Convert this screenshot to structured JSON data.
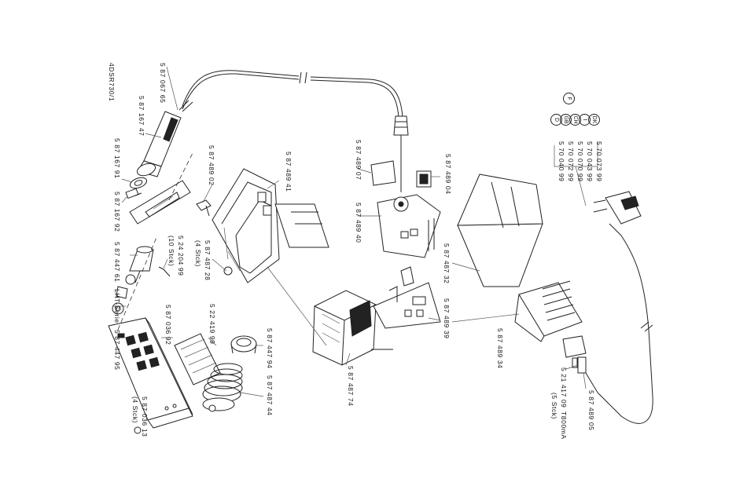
{
  "drawing_id": "4DSR730/1",
  "parts": {
    "cable_top": "5 87 067 65",
    "handle": "5 87 167 47",
    "nut": "5 87 167 91",
    "screw_small": "5 87 167 92",
    "heater_tip": "5 87 447 61",
    "tip_series": "LHT-Serie",
    "tip_end": "5 87 447 95",
    "front_panel": "5 87 036 92",
    "panel_screws": "5 87 036 13",
    "panel_screws_qty": "(4 Stck)",
    "sponge": "5 22 419 99",
    "sponge_cup": "5 87 447 94",
    "stand_spiral": "5 87 487 44",
    "knob": "5 87 489 02",
    "housing": "5 87 489 41",
    "feet": "5 87 487 28",
    "feet_qty": "(4 Stck)",
    "screws_10": "5 24 204 99",
    "screws_10_qty": "(10 Stck)",
    "label_plate": "5 87 489 07",
    "socket_board": "5 87 489 40",
    "switch": "5 87 489 04",
    "transformer": "5 87 487 74",
    "control_board": "5 87 489 39",
    "cover": "5 87 487 32",
    "mains_socket": "5 87 489 34",
    "fuse": "5 21 417 09",
    "fuse_rating": "T800mA",
    "fuse_qty": "(5 Stck)",
    "inlet": "5 87 489 05"
  },
  "cords": [
    {
      "code": "5 70 073 99",
      "country": "DK"
    },
    {
      "code": "5 70 043 99",
      "country": "I"
    },
    {
      "code": "5 70 070 99",
      "country": "CH"
    },
    {
      "code": "5 70 072 99",
      "country": "GB"
    },
    {
      "code": "5 70 040 99",
      "country": "D"
    },
    {
      "country": "F"
    }
  ]
}
